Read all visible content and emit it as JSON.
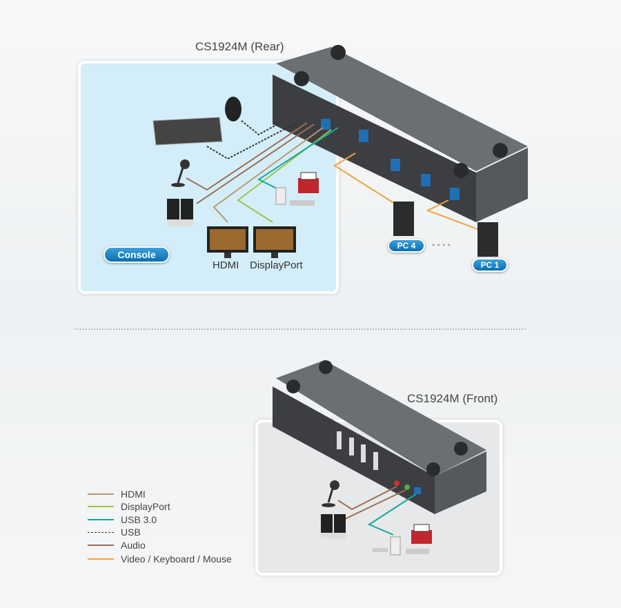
{
  "rear": {
    "title": "CS1924M (Rear)",
    "console_badge": "Console",
    "hdmi_label": "HDMI",
    "displayport_label": "DisplayPort",
    "pc4_label": "PC 4",
    "pc1_label": "PC 1",
    "ellipsis": "• • • •"
  },
  "front": {
    "title": "CS1924M (Front)"
  },
  "legend": [
    {
      "label": "HDMI",
      "color": "#b8996a",
      "style": "solid"
    },
    {
      "label": "DisplayPort",
      "color": "#a2c04c",
      "style": "solid"
    },
    {
      "label": "USB 3.0",
      "color": "#17a89a",
      "style": "solid"
    },
    {
      "label": "USB",
      "color": "#333333",
      "style": "dashed"
    },
    {
      "label": "Audio",
      "color": "#9a6f52",
      "style": "solid"
    },
    {
      "label": "Video / Keyboard / Mouse",
      "color": "#f0a33c",
      "style": "solid"
    }
  ]
}
